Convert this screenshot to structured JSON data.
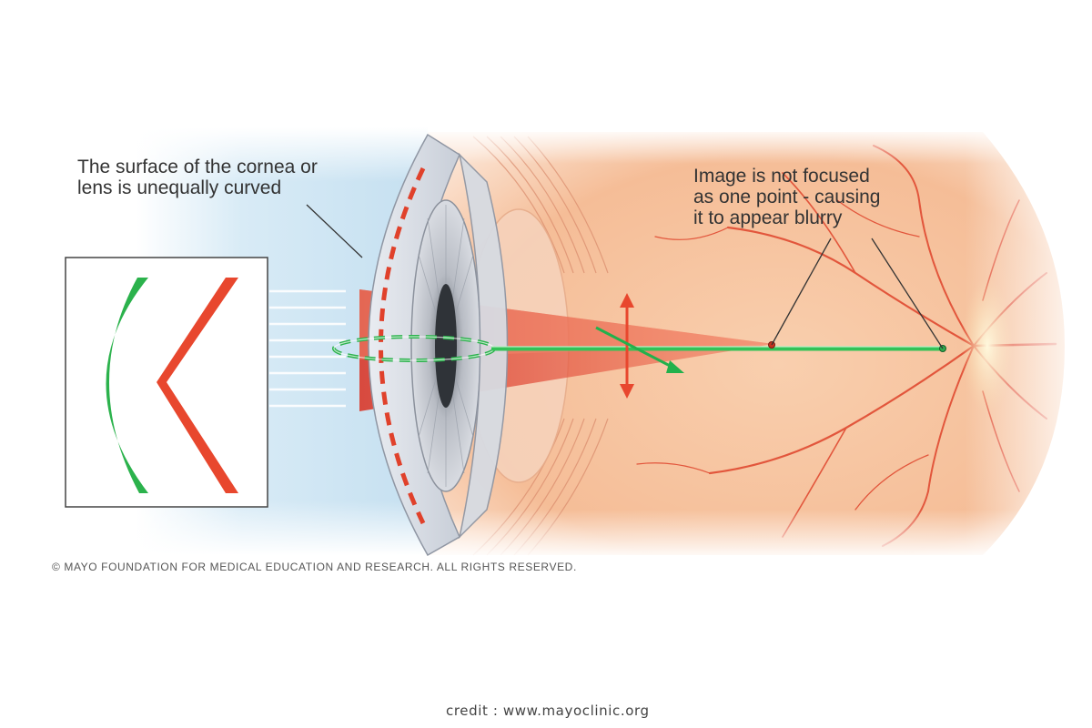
{
  "labels": {
    "cornea": {
      "line1": "The surface of the cornea or",
      "line2": "lens is unequally curved"
    },
    "focus": {
      "line1": "Image is not focused",
      "line2": "as one point - causing",
      "line3": "it to appear blurry"
    }
  },
  "copyright": "© MAYO FOUNDATION FOR MEDICAL EDUCATION AND RESEARCH. ALL RIGHTS RESERVED.",
  "credit": "credit : www.mayoclinic.org",
  "colors": {
    "green": "#22b14c",
    "red": "#e8472e",
    "retina": "#f6c7a6",
    "vessel": "#e2563c",
    "lens": "#c7ccd6",
    "sky": "#cfe6f4"
  }
}
